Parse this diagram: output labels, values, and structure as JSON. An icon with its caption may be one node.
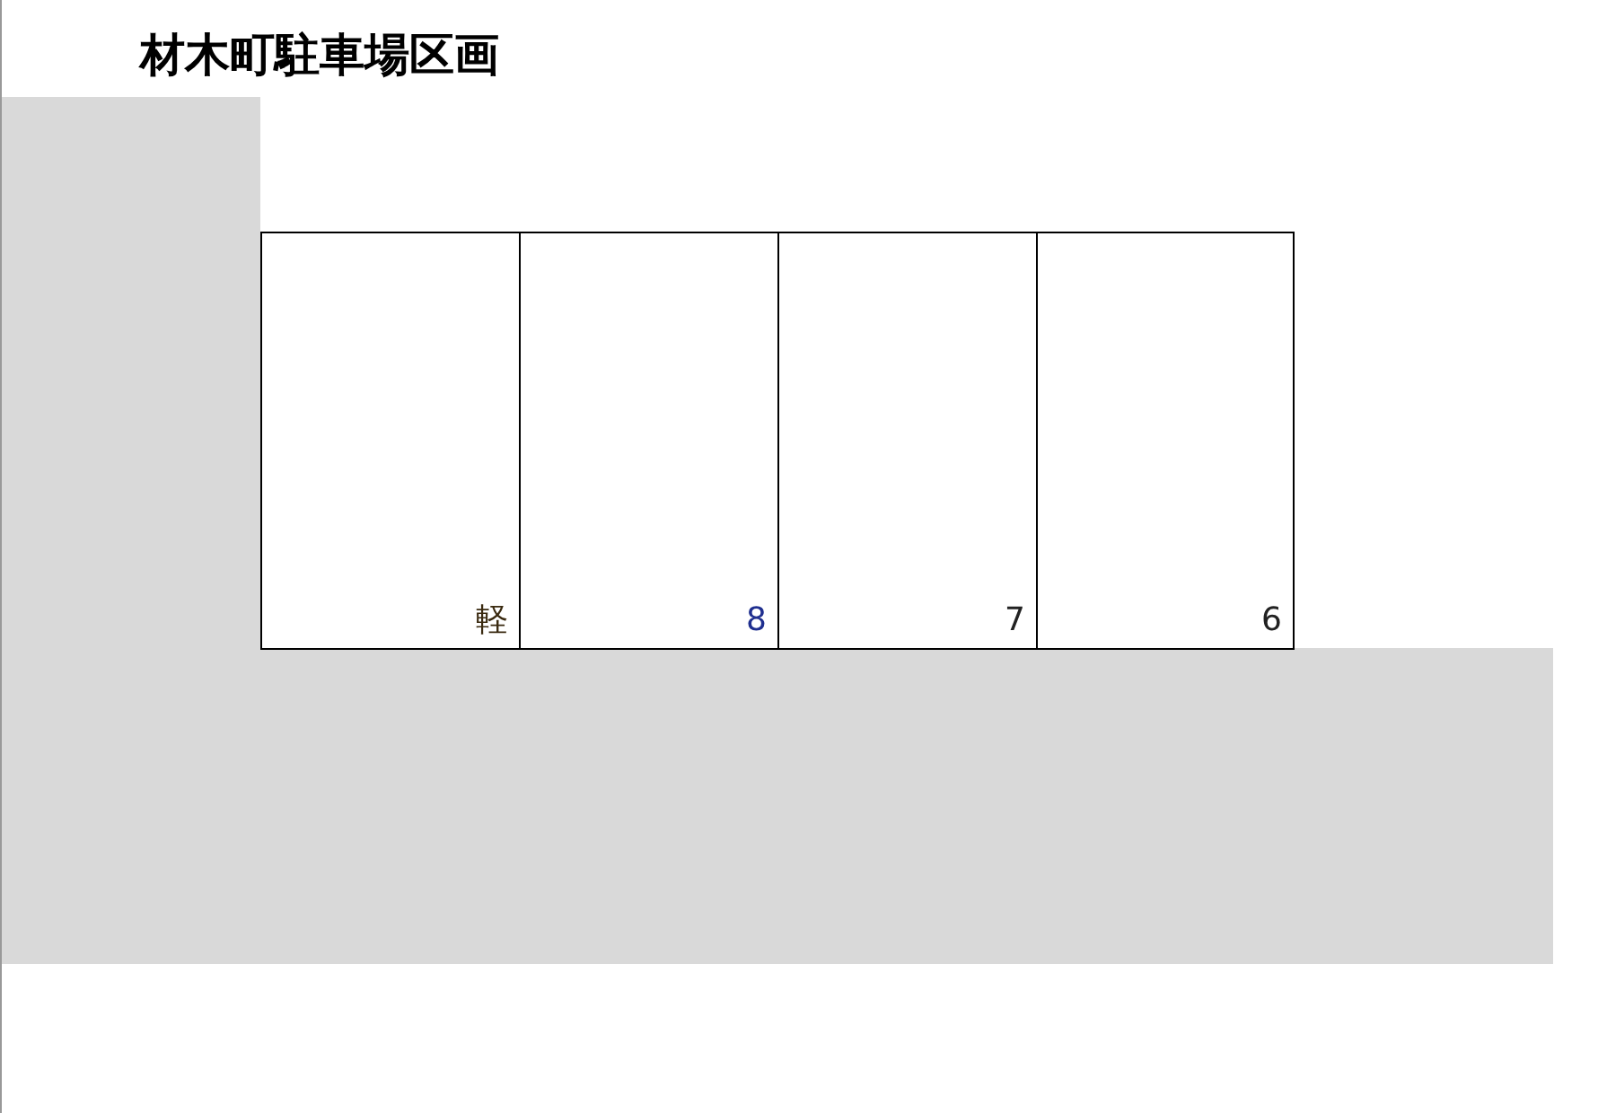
{
  "diagram": {
    "title": "材木町駐車場区画",
    "nodes": [
      {
        "text": [
          "軽"
        ]
      },
      {
        "text": [
          "8"
        ]
      },
      {
        "text": [
          "7"
        ]
      },
      {
        "text": [
          "6"
        ]
      }
    ]
  }
}
